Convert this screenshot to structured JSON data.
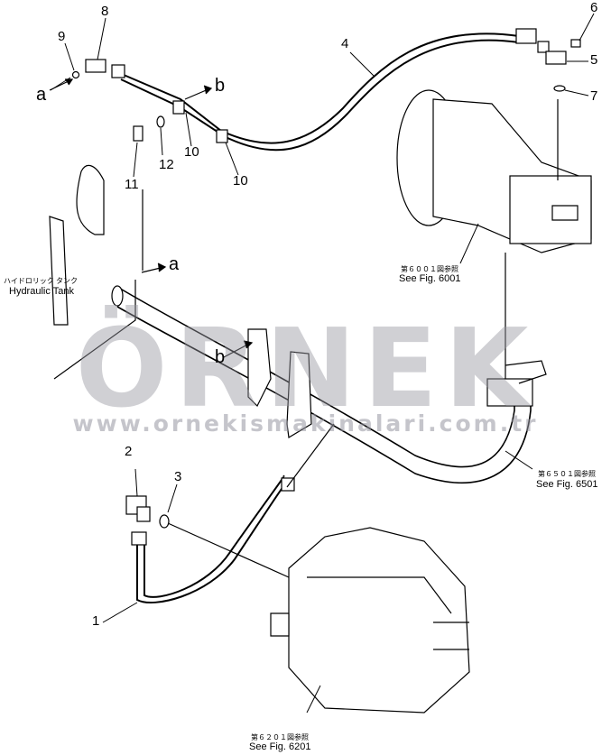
{
  "watermark": {
    "brand": "ÖRNEK",
    "url": "www.ornekismakinalari.com.tr"
  },
  "part_numbers": [
    "1",
    "2",
    "3",
    "4",
    "5",
    "6",
    "7",
    "8",
    "9",
    "10",
    "10",
    "11",
    "12"
  ],
  "letters": {
    "a_top": "a",
    "b_top": "b",
    "a_tank": "a",
    "b_pipe": "b"
  },
  "tank": {
    "jp": "ハイドロリック タンク",
    "en": "Hydraulic Tank"
  },
  "refs": {
    "r6001_jp": "第６００１図参照",
    "r6001_en": "See Fig. 6001",
    "r6501_jp": "第６５０１図参照",
    "r6501_en": "See Fig. 6501",
    "r6201_jp": "第６２０１図参照",
    "r6201_en": "See Fig. 6201"
  }
}
